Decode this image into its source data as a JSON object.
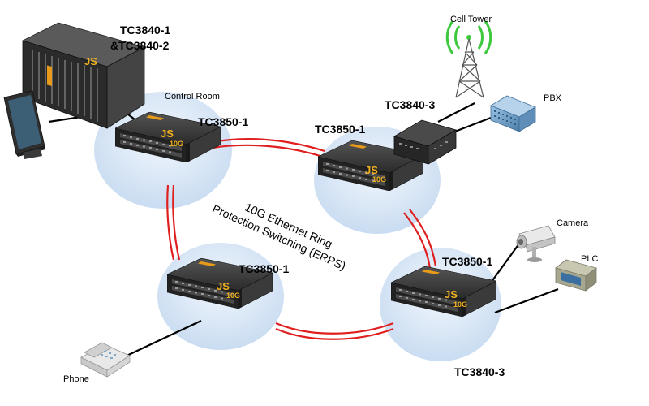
{
  "nodes": {
    "rack": {
      "label_line1": "TC3840-1",
      "label_line2": "&TC3840-2"
    },
    "control_room": {
      "caption": "Control Room",
      "switch_label": "TC3850-1"
    },
    "top_right": {
      "switch_label": "TC3850-1"
    },
    "bottom_left": {
      "switch_label": "TC3850-1"
    },
    "bottom_right": {
      "switch_label": "TC3850-1",
      "bottom_label": "TC3840-3"
    },
    "top_small_switch": {
      "label": "TC3840-3"
    }
  },
  "ring": {
    "line1": "10G Ethernet Ring",
    "line2": "Protection Switching (ERPS)"
  },
  "devices": {
    "cell_tower": "Cell Tower",
    "pbx": "PBX",
    "camera": "Camera",
    "plc": "PLC",
    "phone": "Phone"
  },
  "logo": {
    "js": "JS",
    "ten_g": "10G"
  },
  "colors": {
    "ring": "#e02020",
    "ellipse": "#d6e6f7",
    "switch_body": "#2a2a2a",
    "logo": "#f0b020",
    "tower_signal": "#3ec83e"
  }
}
